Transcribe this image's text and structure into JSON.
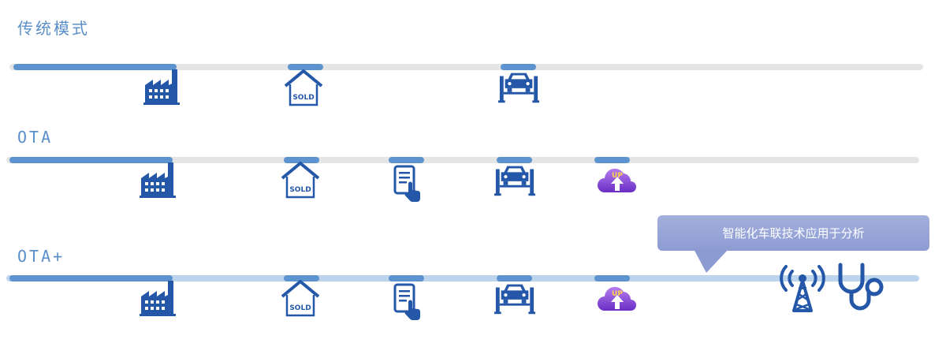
{
  "rows": [
    {
      "label": "传统模式"
    },
    {
      "label": "OTA"
    },
    {
      "label": "OTA+"
    }
  ],
  "icons": {
    "factory": "factory-icon",
    "sold_house": "sold-house-icon",
    "document_tap": "document-tap-icon",
    "car_lift": "car-lift-icon",
    "cloud_upload": "cloud-upload-icon",
    "antenna": "antenna-icon",
    "stethoscope": "stethoscope-icon"
  },
  "sold_text": "SOLD",
  "up_text": "UP",
  "callout": {
    "text": "智能化车联技术应用于分析"
  },
  "colors": {
    "accent": "#5d93cf",
    "icon_blue": "#2457a8",
    "track_grey": "#e5e5e5",
    "track_light_blue": "#bcd4ec",
    "callout_bg": "#95a3d6",
    "cloud_purple": "#8a4fd8"
  }
}
